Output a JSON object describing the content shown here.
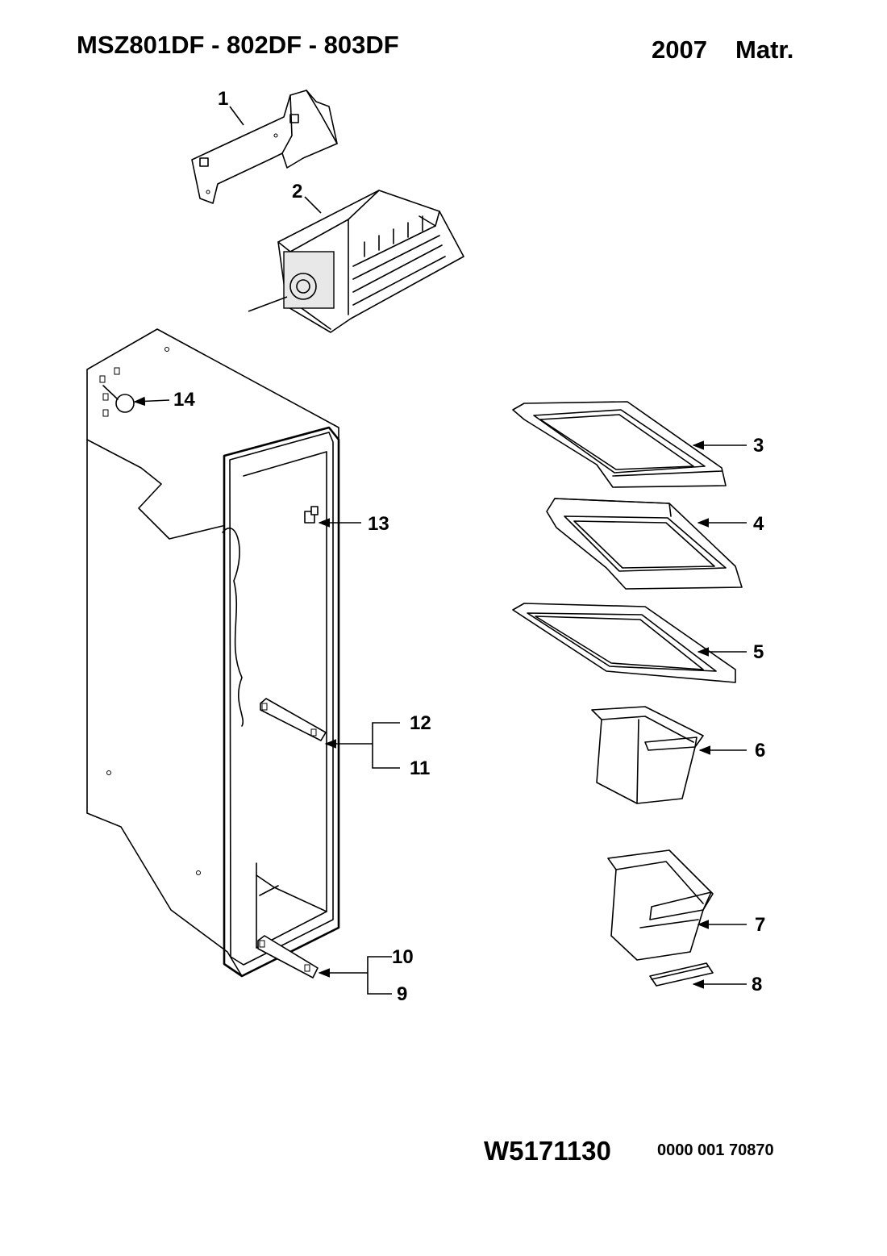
{
  "header": {
    "title": "MSZ801DF - 802DF - 803DF",
    "year": "2007",
    "matr": "Matr."
  },
  "footer": {
    "part_number": "W5171130",
    "code": "0000 001 70870"
  },
  "callouts": {
    "c1": "1",
    "c2": "2",
    "c3": "3",
    "c4": "4",
    "c5": "5",
    "c6": "6",
    "c7": "7",
    "c8": "8",
    "c9": "9",
    "c10": "10",
    "c11": "11",
    "c12": "12",
    "c13": "13",
    "c14": "14"
  }
}
